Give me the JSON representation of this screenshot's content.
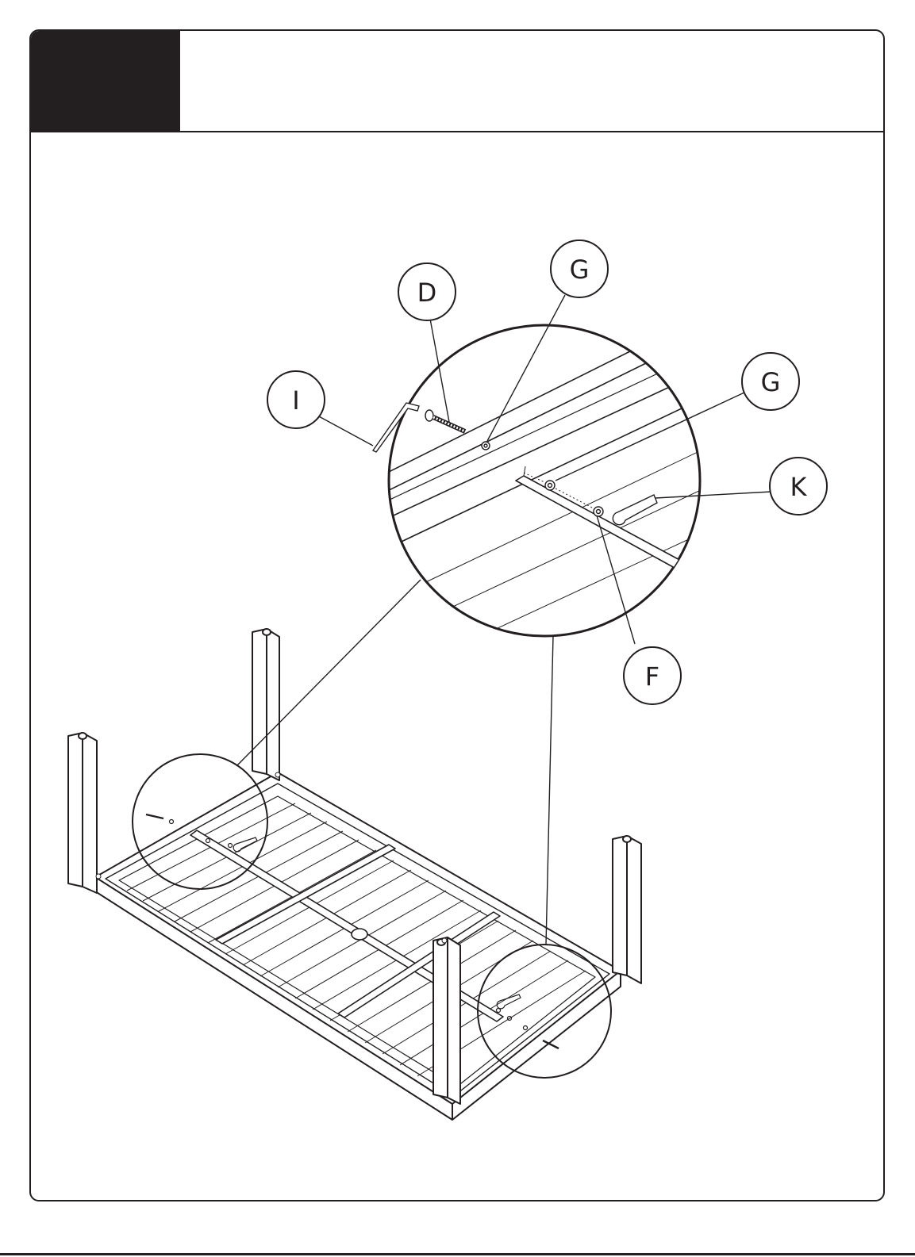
{
  "header": {
    "step_number": "",
    "instruction": ""
  },
  "callouts": {
    "d": "D",
    "g_top": "G",
    "g_right": "G",
    "i": "I",
    "k": "K",
    "f": "F"
  },
  "colors": {
    "ink": "#231f20",
    "paper": "#ffffff"
  }
}
